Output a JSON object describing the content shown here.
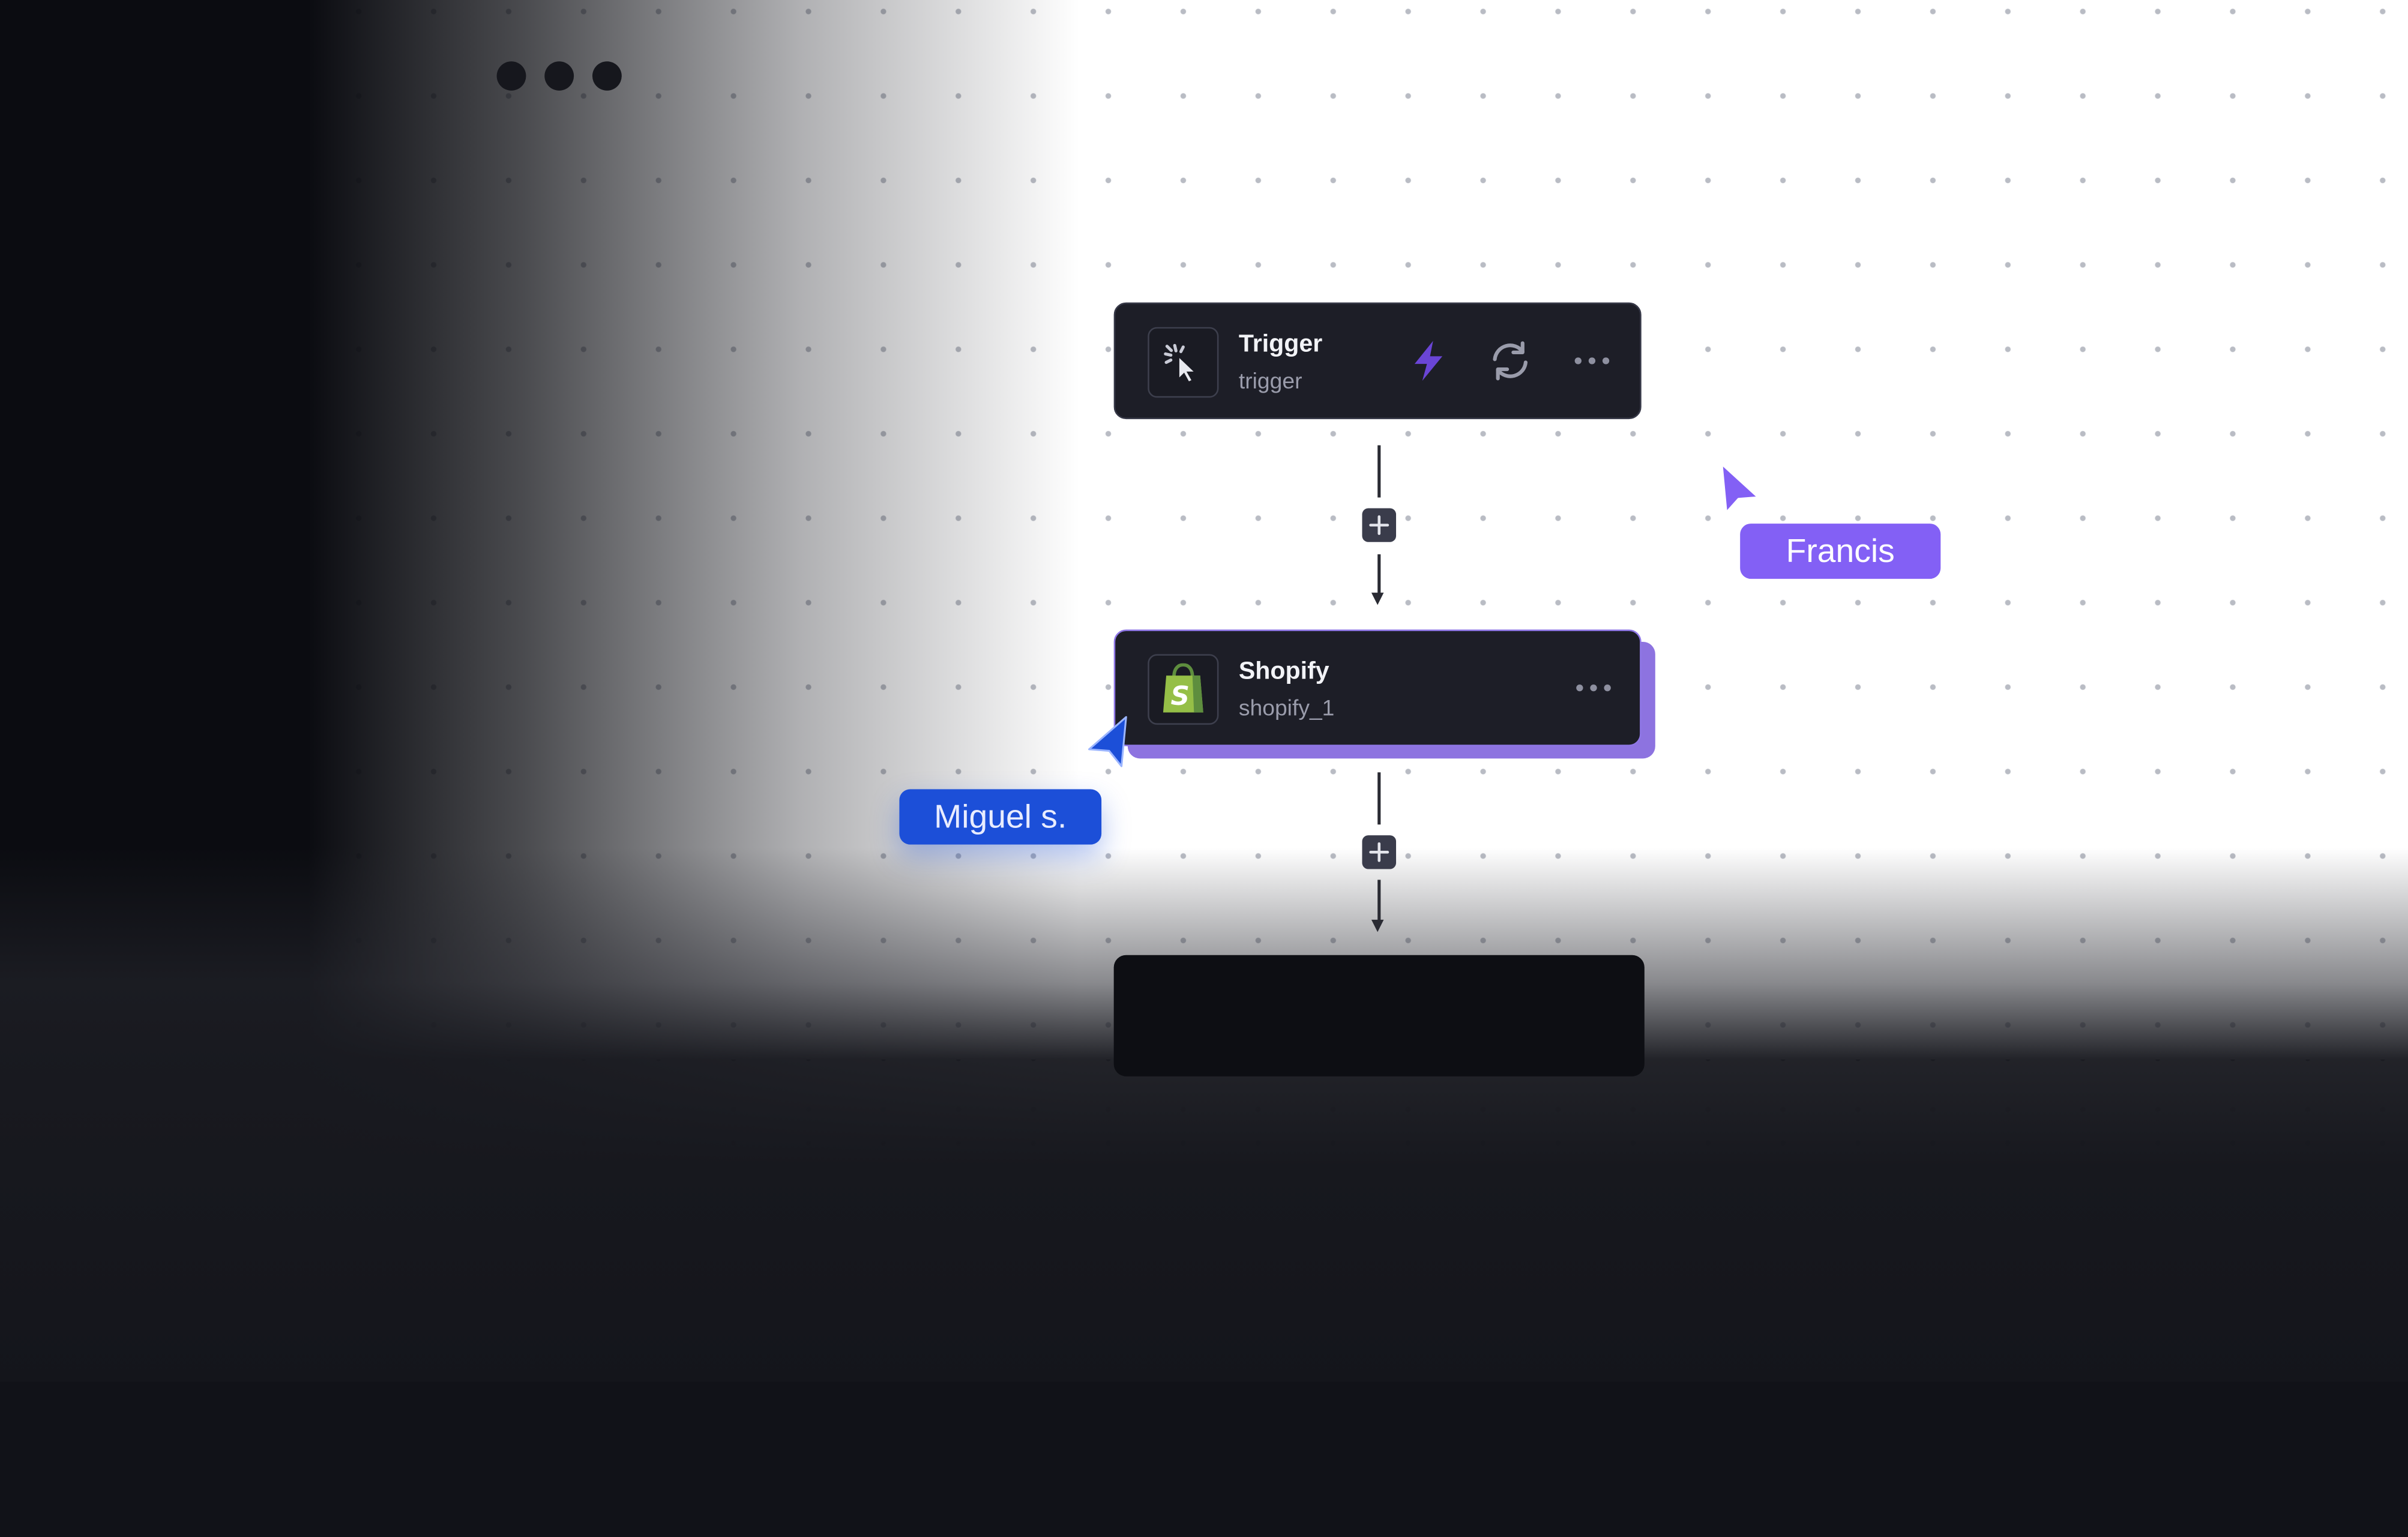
{
  "colors": {
    "canvas_bg": "#ffffff",
    "dark_bg": "#0e0f14",
    "node_bg": "#1d1e27",
    "node_border": "#363847",
    "accent_purple": "#8360f5",
    "selected_shadow": "#8d73e0",
    "lightning_purple": "#6a45d6",
    "cursor_blue": "#1c4fd8",
    "shopify_green": "#95bf47"
  },
  "window_controls": [
    "window-dot",
    "window-dot",
    "window-dot"
  ],
  "nodes": [
    {
      "title": "Trigger",
      "subtitle": "trigger",
      "icon": "click-pointer-icon",
      "actions": [
        "lightning-icon",
        "refresh-icon",
        "more-icon"
      ]
    },
    {
      "title": "Shopify",
      "subtitle": "shopify_1",
      "icon": "shopify-bag-icon",
      "selected": true,
      "actions": [
        "more-icon"
      ]
    },
    {
      "title": "",
      "subtitle": "",
      "placeholder": true
    }
  ],
  "connectors": [
    {
      "button": "plus-icon"
    },
    {
      "button": "plus-icon"
    }
  ],
  "collaborators": [
    {
      "name": "Francis",
      "color": "#8360f5"
    },
    {
      "name": "Miguel s.",
      "color": "#1c4fd8"
    }
  ]
}
